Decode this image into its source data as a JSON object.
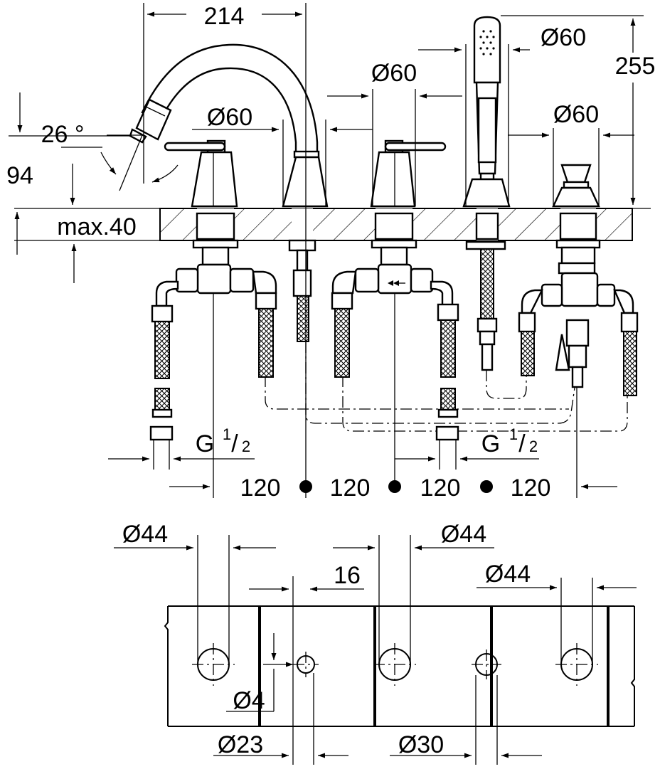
{
  "dimensions": {
    "spout_reach": "214",
    "spout_angle": "26 °",
    "spout_height": "94",
    "deck_thickness": "max.40",
    "handle_base_diam": "Ø60",
    "valve_base_diam": "Ø60",
    "shower_base_diam": "Ø60",
    "diverter_base_diam": "Ø60",
    "shower_height": "255",
    "connection_left": "G",
    "connection_right": "G",
    "connection_fraction_num": "1",
    "connection_fraction_den": "2",
    "spacing": [
      "120",
      "120",
      "120",
      "120"
    ],
    "hole_diam_a": "Ø44",
    "hole_diam_b": "Ø44",
    "hole_diam_c": "Ø44",
    "hole_offset": "16",
    "pin_diam": "Ø4",
    "small_hole_diam": "Ø23",
    "medium_hole_diam": "Ø30"
  },
  "colors": {
    "line": "#000000",
    "background": "#ffffff"
  }
}
